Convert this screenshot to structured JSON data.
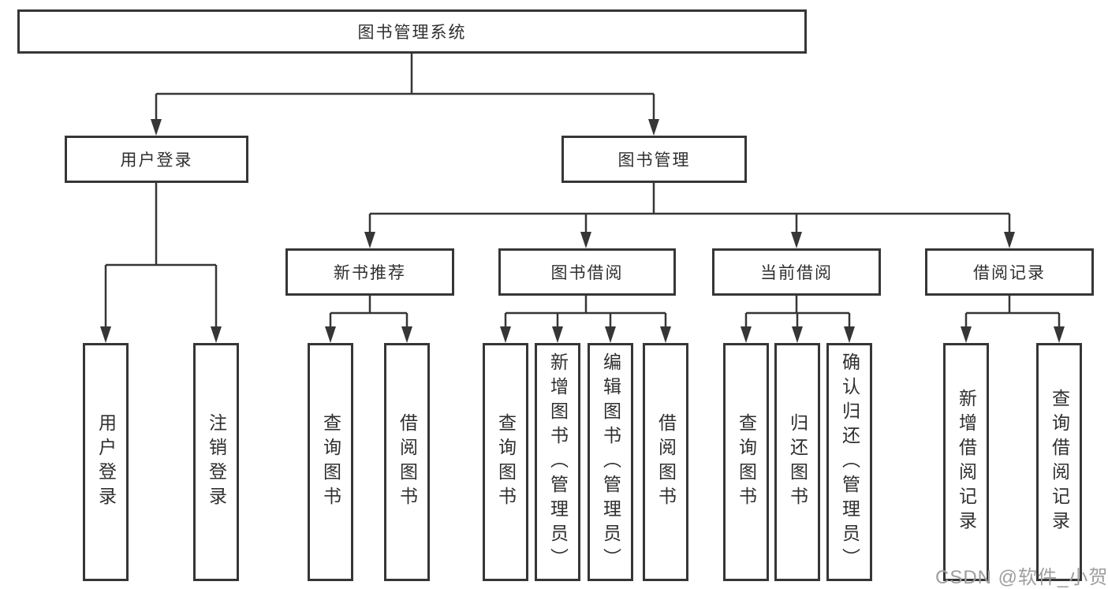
{
  "tree": {
    "root": "图书管理系统",
    "children": [
      {
        "label": "用户登录",
        "leaves": [
          "用户登录",
          "注销登录"
        ]
      },
      {
        "label": "图书管理",
        "children": [
          {
            "label": "新书推荐",
            "leaves": [
              "查询图书",
              "借阅图书"
            ]
          },
          {
            "label": "图书借阅",
            "leaves": [
              "查询图书",
              "新增图书（管理员）",
              "编辑图书（管理员）",
              "借阅图书"
            ]
          },
          {
            "label": "当前借阅",
            "leaves": [
              "查询图书",
              "归还图书",
              "确认归还（管理员）"
            ]
          },
          {
            "label": "借阅记录",
            "leaves": [
              "新增借阅记录",
              "查询借阅记录"
            ]
          }
        ]
      }
    ]
  },
  "watermark": "CSDN @软件_小贺同学",
  "colors": {
    "line": "#363636",
    "box_border": "#363636",
    "box_fill": "#ffffff",
    "text": "#2f2f2f",
    "watermark": "#9e9e9e",
    "background": "#ffffff"
  }
}
